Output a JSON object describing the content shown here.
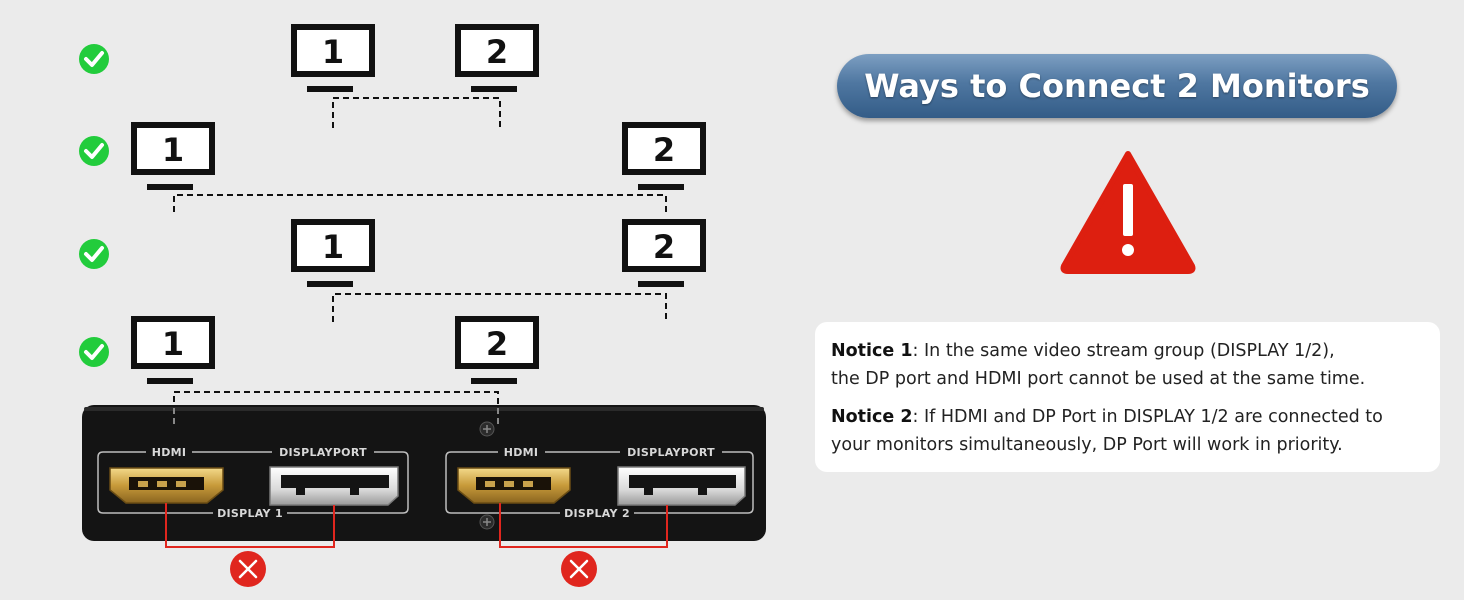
{
  "title": "Ways to Connect 2 Monitors",
  "notices": [
    {
      "label": "Notice 1",
      "line1": ": In the same video stream group (DISPLAY 1/2),",
      "line2": "the DP port and HDMI port cannot be used at the same time."
    },
    {
      "label": "Notice 2",
      "line1": ": If HDMI and DP Port in DISPLAY 1/2 are connected to",
      "line2": "your monitors simultaneously, DP Port will work in priority."
    }
  ],
  "monitor_labels": [
    "1",
    "2"
  ],
  "ports": {
    "group1": {
      "hdmi": "HDMI",
      "displayport": "DISPLAYPORT",
      "display": "DISPLAY 1"
    },
    "group2": {
      "hdmi": "HDMI",
      "displayport": "DISPLAYPORT",
      "display": "DISPLAY 2"
    }
  },
  "icons": {
    "valid": "check-circle-icon",
    "invalid": "x-circle-icon",
    "warning": "warning-triangle-icon"
  },
  "colors": {
    "check": "#22cc3c",
    "cross": "#e0261e",
    "warning": "#dd1f10",
    "title_blue": "#4f77a1",
    "device": "#141414"
  }
}
